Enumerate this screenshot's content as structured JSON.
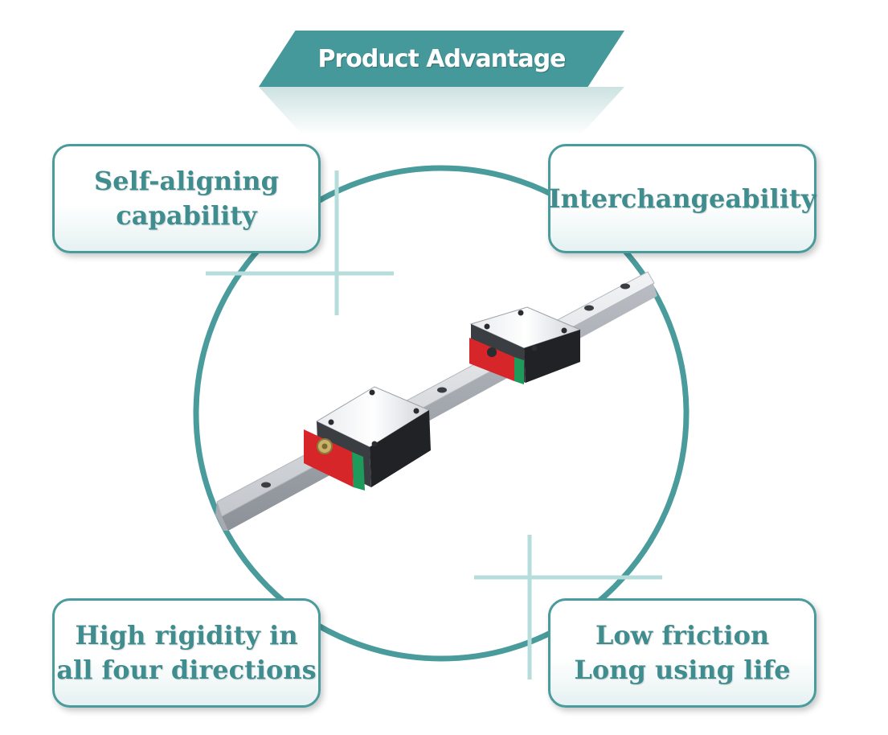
{
  "header": {
    "title": "Product Advantage"
  },
  "features": [
    {
      "label": "Self-aligning\ncapability"
    },
    {
      "label": "Interchangeability"
    },
    {
      "label": "High rigidity in\nall four directions"
    },
    {
      "label": "Low friction\nLong using life"
    }
  ],
  "colors": {
    "accent": "#46999b",
    "text": "#3f8d8f",
    "block_red": "#d7262a",
    "block_green": "#1e9a5a",
    "rail": "#c9ccd1"
  },
  "product_image": "linear-guide-rail-with-two-carriage-blocks"
}
